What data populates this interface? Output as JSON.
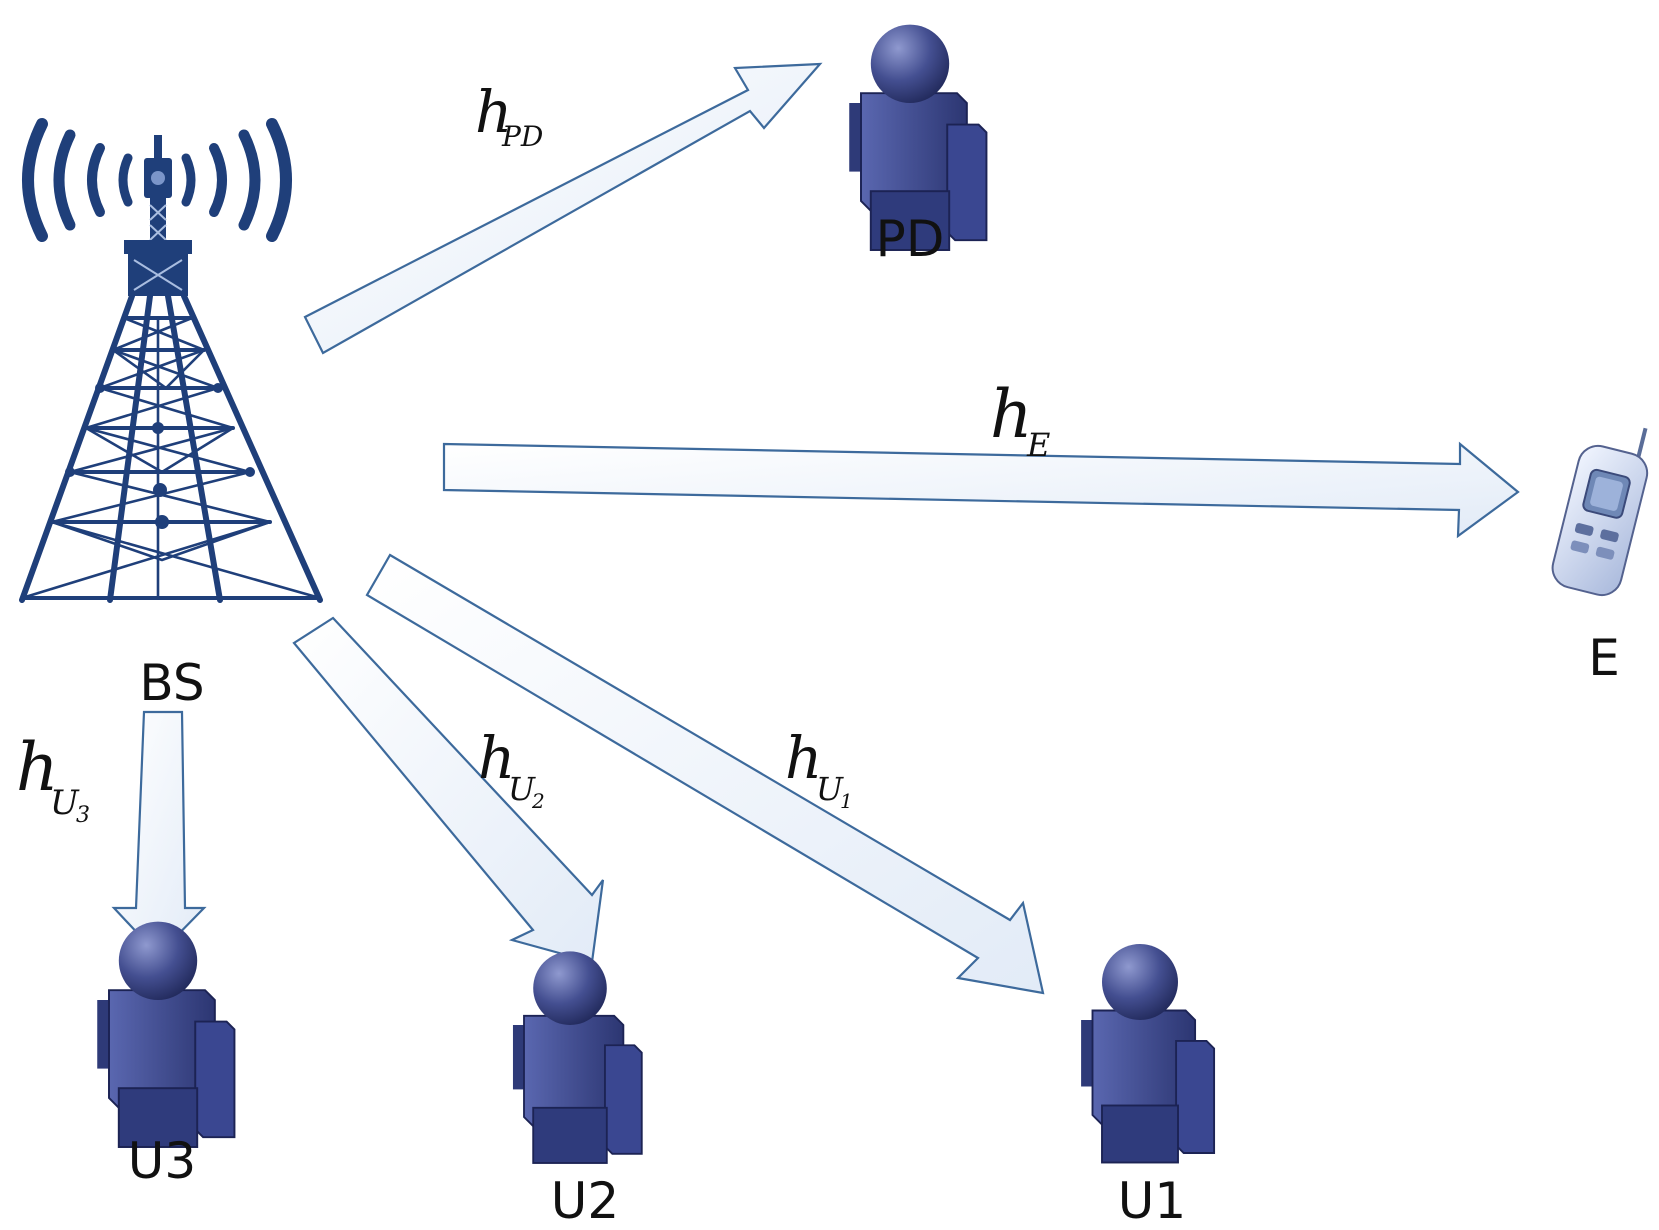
{
  "nodes": {
    "bs": "BS",
    "pd": "PD",
    "e": "E",
    "u1": "U1",
    "u2": "U2",
    "u3": "U3"
  },
  "channels": {
    "pd": {
      "main": "h",
      "sub": "PD"
    },
    "e": {
      "main": "h",
      "sub": "E"
    },
    "u1": {
      "main": "h",
      "sub": "U",
      "subsub": "1"
    },
    "u2": {
      "main": "h",
      "sub": "U",
      "subsub": "2"
    },
    "u3": {
      "main": "h",
      "sub": "U",
      "subsub": "3"
    }
  },
  "colors": {
    "tower": "#1f3f7a",
    "user_icon": "#3b4a8c",
    "arrow_stroke": "#3d6a9c",
    "arrow_fill": "#eaf1fb"
  },
  "icons": {
    "bs": "cell-tower-icon",
    "users": "person-icon",
    "eavesdropper": "mobile-phone-icon"
  }
}
